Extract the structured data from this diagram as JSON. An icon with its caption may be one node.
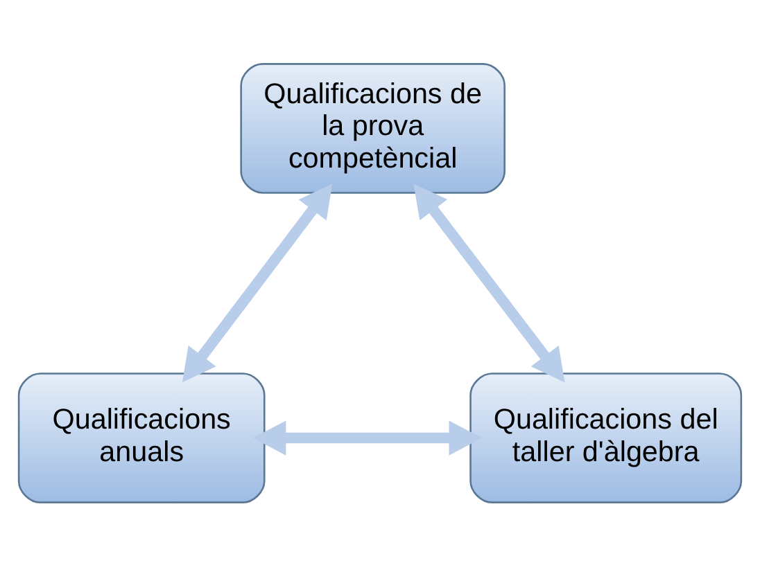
{
  "diagram": {
    "nodes": [
      {
        "text": [
          "Qualificacions de la prova competèncial"
        ]
      },
      {
        "text": [
          "Qualificacions anuals"
        ]
      },
      {
        "text": [
          "Qualificacions del taller d'àlgebra"
        ]
      }
    ],
    "edges": [
      {
        "from": 0,
        "to": 1,
        "arrow": "both"
      },
      {
        "from": 0,
        "to": 2,
        "arrow": "both"
      },
      {
        "from": 1,
        "to": 2,
        "arrow": "both"
      }
    ]
  }
}
